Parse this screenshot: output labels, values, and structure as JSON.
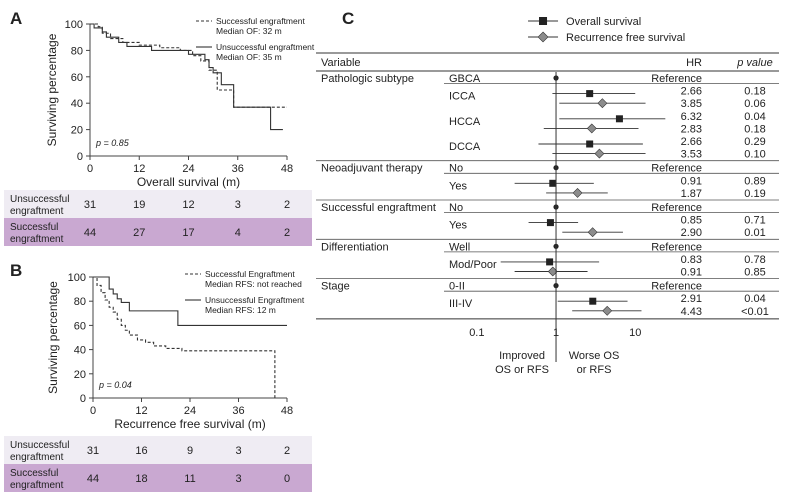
{
  "panels": {
    "a": {
      "letter": "A"
    },
    "b": {
      "letter": "B"
    },
    "c": {
      "letter": "C"
    }
  },
  "colors": {
    "risk_row_1": "#efecf3",
    "risk_row_2": "#c9a8d1",
    "forest_marker_os": "#222222",
    "forest_marker_rfs": "#8c8c8c"
  },
  "chart_data": [
    {
      "type": "line",
      "id": "km-a",
      "xlabel": "Overall survival (m)",
      "ylabel": "Surviving percentage",
      "xlim": [
        0,
        48
      ],
      "ylim": [
        0,
        100
      ],
      "xticks": [
        0,
        12,
        24,
        36,
        48
      ],
      "yticks": [
        0,
        20,
        40,
        60,
        80,
        100
      ],
      "annotation": "p = 0.85",
      "series": [
        {
          "name": "Successful engraftment",
          "sub": "Median OF: 32 m",
          "style": "dashed",
          "x": [
            0,
            2,
            3,
            5,
            8,
            12,
            17,
            22,
            25,
            27,
            29,
            31,
            35,
            48
          ],
          "y": [
            100,
            98,
            93,
            89,
            86,
            84,
            82,
            80,
            76,
            72,
            65,
            50,
            37,
            37
          ]
        },
        {
          "name": "Unsuccessful engraftment",
          "sub": "Median OF: 35 m",
          "style": "solid",
          "x": [
            0,
            1,
            3,
            4,
            7,
            9,
            15,
            24,
            28,
            29,
            30,
            32,
            35,
            44,
            44,
            47
          ],
          "y": [
            100,
            97,
            94,
            90,
            86,
            83,
            80,
            77,
            73,
            67,
            63,
            54,
            37,
            37,
            20,
            20
          ]
        }
      ],
      "risk_table": {
        "rows": [
          {
            "label": "Unsuccessful engraftment",
            "values": [
              "31",
              "19",
              "12",
              "3",
              "2"
            ]
          },
          {
            "label": "Successful engraftment",
            "values": [
              "44",
              "27",
              "17",
              "4",
              "2"
            ]
          }
        ]
      }
    },
    {
      "type": "line",
      "id": "km-b",
      "xlabel": "Recurrence free survival (m)",
      "ylabel": "Surviving percentage",
      "xlim": [
        0,
        48
      ],
      "ylim": [
        0,
        100
      ],
      "xticks": [
        0,
        12,
        24,
        36,
        48
      ],
      "yticks": [
        0,
        20,
        40,
        60,
        80,
        100
      ],
      "annotation": "p = 0.04",
      "series": [
        {
          "name": "Successful Engraftment",
          "sub": "Median RFS: not reached",
          "style": "dashed",
          "x": [
            0,
            1,
            2,
            3,
            4,
            5,
            6,
            7,
            8,
            9,
            11,
            13,
            15,
            18,
            22,
            30,
            45,
            45
          ],
          "y": [
            100,
            93,
            87,
            81,
            75,
            71,
            65,
            60,
            56,
            52,
            48,
            46,
            43,
            41,
            39,
            39,
            39,
            0
          ]
        },
        {
          "name": "Unsuccessful Engraftment",
          "sub": "Median RFS: 12 m",
          "style": "solid",
          "x": [
            0,
            4,
            5,
            6,
            7,
            9,
            15,
            21,
            21,
            48
          ],
          "y": [
            100,
            90,
            86,
            82,
            79,
            72,
            72,
            72,
            60,
            60
          ]
        }
      ],
      "risk_table": {
        "rows": [
          {
            "label": "Unsuccessful engraftment",
            "values": [
              "31",
              "16",
              "9",
              "3",
              "2"
            ]
          },
          {
            "label": "Successful engraftment",
            "values": [
              "44",
              "18",
              "11",
              "3",
              "0"
            ]
          }
        ]
      }
    },
    {
      "type": "scatter",
      "id": "forest-c",
      "subtype": "forest",
      "scale": "log",
      "xlim": [
        0.05,
        30
      ],
      "xticks": [
        0.1,
        1,
        10
      ],
      "legend": [
        {
          "name": "Overall survival",
          "marker": "square"
        },
        {
          "name": "Recurrence free survival",
          "marker": "diamond"
        }
      ],
      "header": {
        "variable": "Variable",
        "hr": "HR",
        "pvalue": "p value"
      },
      "x_annotations": {
        "left": "Improved\nOS or RFS",
        "right": "Worse OS\nor RFS"
      },
      "groups": [
        {
          "variable": "Pathologic subtype",
          "rows": [
            {
              "level": "GBCA",
              "hr_text": "Reference",
              "kind": "ref"
            },
            {
              "level": "ICCA",
              "kind": "os",
              "hr": 2.66,
              "lo": 0.9,
              "hi": 10.0,
              "hr_text": "2.66",
              "p": "0.18"
            },
            {
              "level": "",
              "kind": "rfs",
              "hr": 3.85,
              "lo": 1.1,
              "hi": 13.5,
              "hr_text": "3.85",
              "p": "0.06"
            },
            {
              "level": "HCCA",
              "kind": "os",
              "hr": 6.32,
              "lo": 1.1,
              "hi": 24.0,
              "hr_text": "6.32",
              "p": "0.04"
            },
            {
              "level": "",
              "kind": "rfs",
              "hr": 2.83,
              "lo": 0.7,
              "hi": 11.0,
              "hr_text": "2.83",
              "p": "0.18"
            },
            {
              "level": "DCCA",
              "kind": "os",
              "hr": 2.66,
              "lo": 0.6,
              "hi": 12.5,
              "hr_text": "2.66",
              "p": "0.29"
            },
            {
              "level": "",
              "kind": "rfs",
              "hr": 3.53,
              "lo": 0.9,
              "hi": 13.5,
              "hr_text": "3.53",
              "p": "0.10"
            }
          ]
        },
        {
          "variable": "Neoadjuvant therapy",
          "rows": [
            {
              "level": "No",
              "hr_text": "Reference",
              "kind": "ref"
            },
            {
              "level": "Yes",
              "kind": "os",
              "hr": 0.91,
              "lo": 0.3,
              "hi": 3.0,
              "hr_text": "0.91",
              "p": "0.89"
            },
            {
              "level": "",
              "kind": "rfs",
              "hr": 1.87,
              "lo": 0.75,
              "hi": 4.5,
              "hr_text": "1.87",
              "p": "0.19"
            }
          ]
        },
        {
          "variable": "Successful engraftment",
          "rows": [
            {
              "level": "No",
              "hr_text": "Reference",
              "kind": "ref"
            },
            {
              "level": "Yes",
              "kind": "os",
              "hr": 0.85,
              "lo": 0.45,
              "hi": 1.9,
              "hr_text": "0.85",
              "p": "0.71"
            },
            {
              "level": "",
              "kind": "rfs",
              "hr": 2.9,
              "lo": 1.2,
              "hi": 7.0,
              "hr_text": "2.90",
              "p": "0.01"
            }
          ]
        },
        {
          "variable": "Differentiation",
          "rows": [
            {
              "level": "Well",
              "hr_text": "Reference",
              "kind": "ref"
            },
            {
              "level": "Mod/Poor",
              "kind": "os",
              "hr": 0.83,
              "lo": 0.2,
              "hi": 3.5,
              "hr_text": "0.83",
              "p": "0.78"
            },
            {
              "level": "",
              "kind": "rfs",
              "hr": 0.91,
              "lo": 0.3,
              "hi": 2.5,
              "hr_text": "0.91",
              "p": "0.85"
            }
          ]
        },
        {
          "variable": "Stage",
          "rows": [
            {
              "level": "0-II",
              "hr_text": "Reference",
              "kind": "ref"
            },
            {
              "level": "III-IV",
              "kind": "os",
              "hr": 2.91,
              "lo": 1.05,
              "hi": 8.0,
              "hr_text": "2.91",
              "p": "0.04"
            },
            {
              "level": "",
              "kind": "rfs",
              "hr": 4.43,
              "lo": 1.6,
              "hi": 12.0,
              "hr_text": "4.43",
              "p": "<0.01"
            }
          ]
        }
      ]
    }
  ]
}
